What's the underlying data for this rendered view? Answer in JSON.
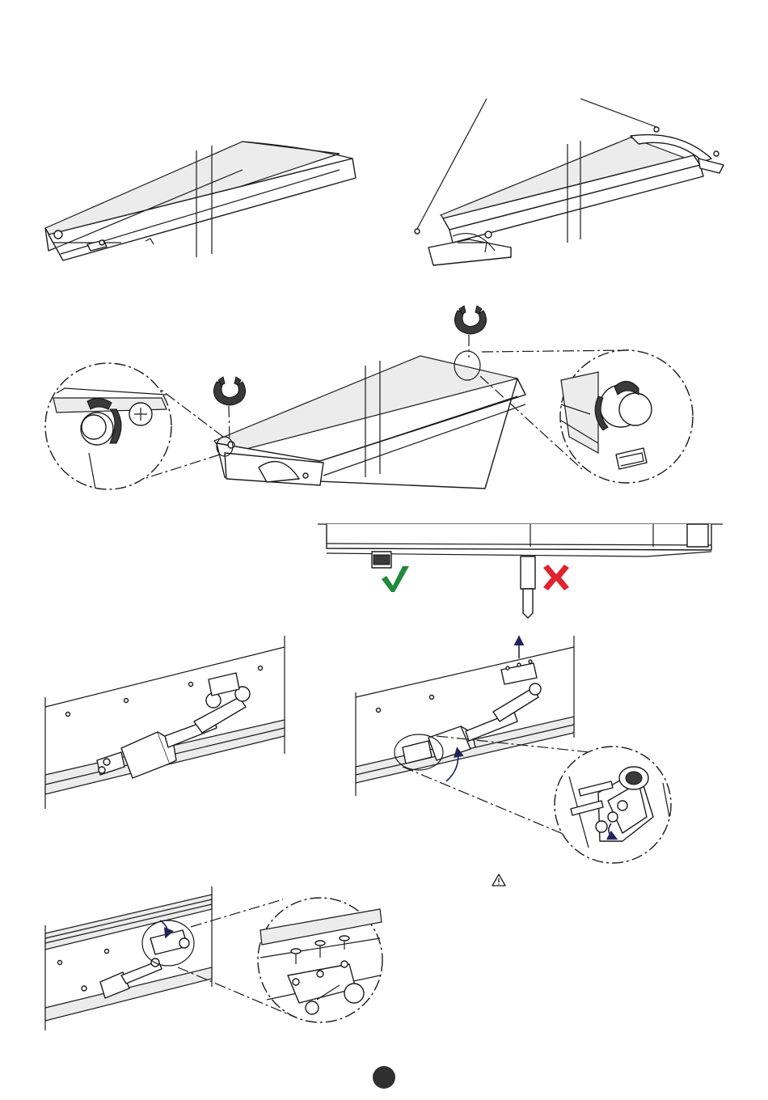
{
  "document": {
    "type": "assembly-instructions-page",
    "text_lines": []
  },
  "colors": {
    "line": "#1a1a1a",
    "fill": "#ffffff",
    "shade": "#e9e9e9",
    "dark_part": "#3a3a3a",
    "arrow": "#23235a",
    "check": "#1f8a3c",
    "cross": "#e0242f",
    "page_dot": "#2f2f2f"
  },
  "icons": {
    "ok_mark": "check-icon",
    "wrong_mark": "cross-icon",
    "warning": "warning-triangle-icon"
  },
  "steps": [
    {
      "id": "cover-closed"
    },
    {
      "id": "cover-removed"
    },
    {
      "id": "clip-left-detail"
    },
    {
      "id": "clip-right-detail"
    },
    {
      "id": "correct-vs-wrong"
    },
    {
      "id": "motor-mounted"
    },
    {
      "id": "motor-bracket-detail"
    },
    {
      "id": "bracket-screws-detail"
    }
  ]
}
